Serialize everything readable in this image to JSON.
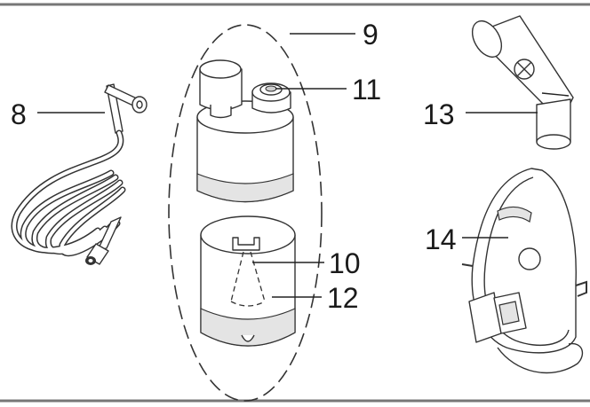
{
  "diagram": {
    "labels": {
      "tube": "8",
      "assembly": "9",
      "nozzle": "10",
      "cap": "11",
      "reservoir": "12",
      "mouthpiece": "13",
      "mask": "14"
    }
  }
}
